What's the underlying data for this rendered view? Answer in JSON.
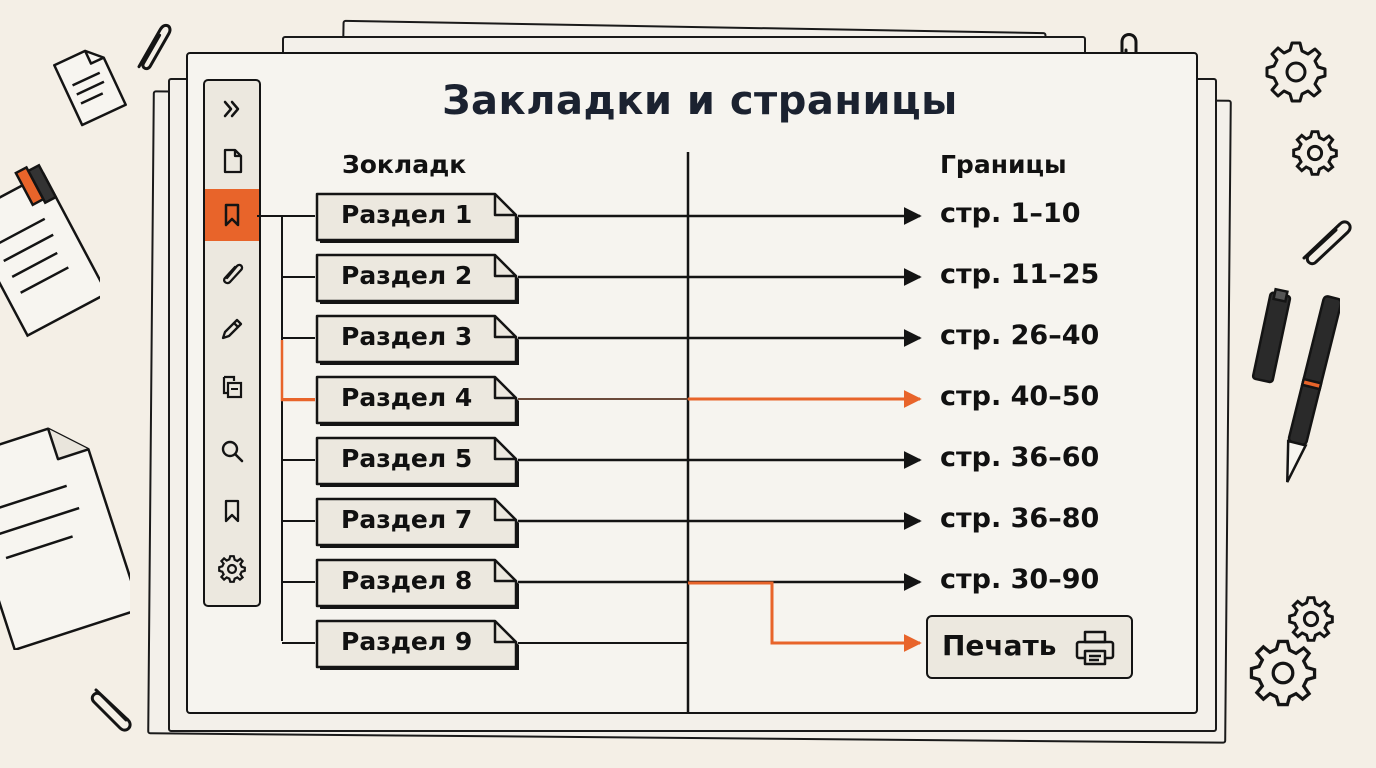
{
  "title": "Закладки и страницы",
  "columns": {
    "left": "Зокладк",
    "right": "Границы"
  },
  "toolbar": {
    "items": [
      {
        "name": "expand-chevron-icon",
        "active": false
      },
      {
        "name": "page-icon",
        "active": false
      },
      {
        "name": "bookmark-icon",
        "active": true
      },
      {
        "name": "attachment-icon",
        "active": false
      },
      {
        "name": "pencil-icon",
        "active": false
      },
      {
        "name": "pages-icon",
        "active": false
      },
      {
        "name": "search-icon",
        "active": false
      },
      {
        "name": "bookmark-outline-icon",
        "active": false
      },
      {
        "name": "gear-icon",
        "active": false
      }
    ]
  },
  "bookmarks": [
    {
      "label": "Раздел 1",
      "range": "стр. 1–10",
      "highlight": false
    },
    {
      "label": "Раздел 2",
      "range": "стр. 11–25",
      "highlight": false
    },
    {
      "label": "Раздел 3",
      "range": "стр. 26–40",
      "highlight": false
    },
    {
      "label": "Раздел 4",
      "range": "стр. 40–50",
      "highlight": true
    },
    {
      "label": "Раздел 5",
      "range": "стр. 36–60",
      "highlight": false
    },
    {
      "label": "Раздел 7",
      "range": "стр. 36–80",
      "highlight": false
    },
    {
      "label": "Раздел 8",
      "range": "стр. 30–90",
      "highlight": false
    },
    {
      "label": "Раздел 9",
      "range": "",
      "highlight": false
    }
  ],
  "print_button": {
    "label": "Печать",
    "icon": "printer-icon"
  },
  "colors": {
    "accent": "#e8642a",
    "ink": "#141414",
    "paper": "#f6f4ef",
    "card": "#ece8df"
  }
}
